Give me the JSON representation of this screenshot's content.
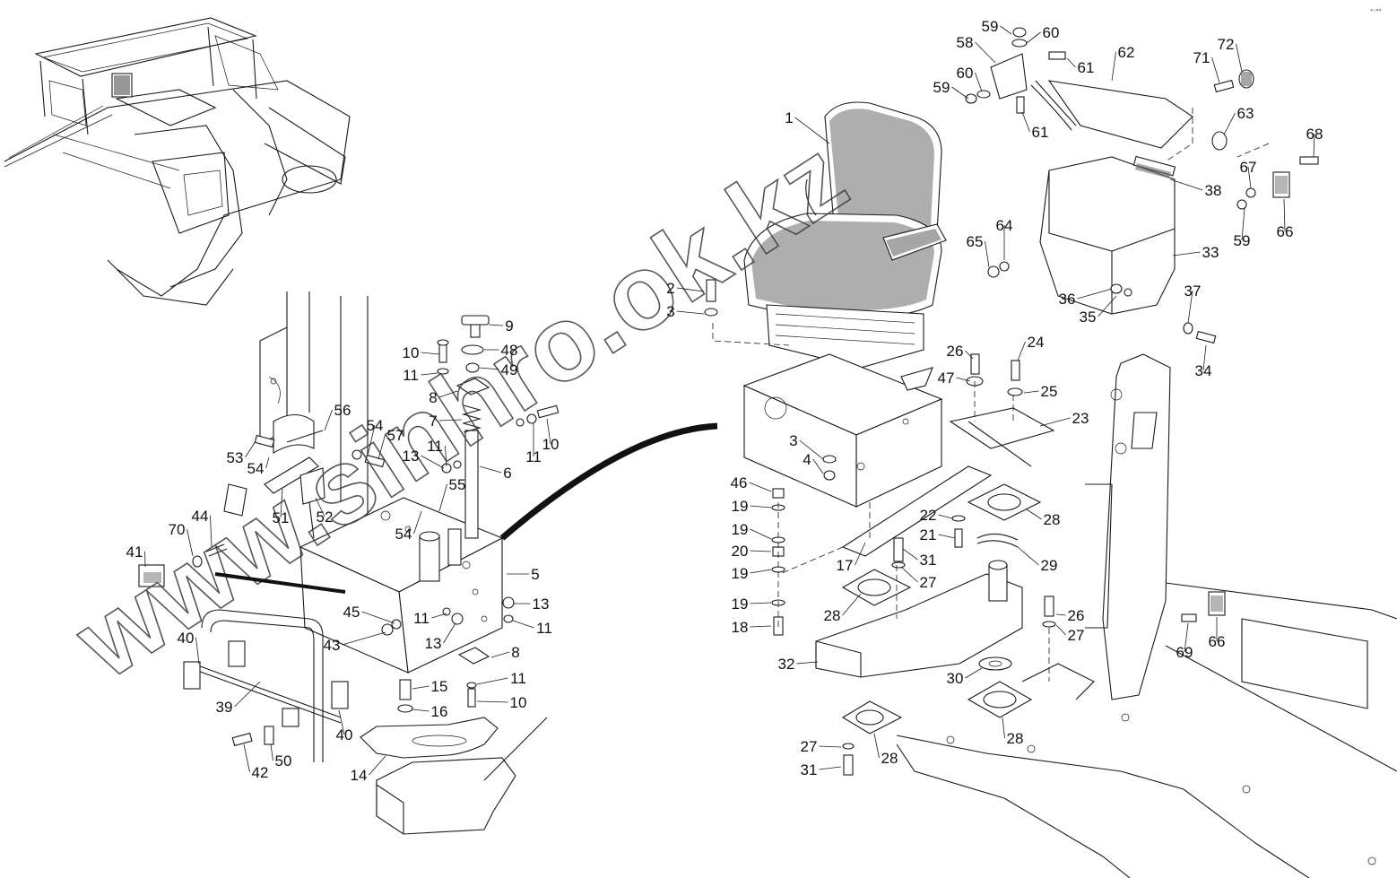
{
  "diagram": {
    "watermark": "www.sinhro.ok.kz",
    "corner_mark": "▪▫▪▪",
    "callouts": [
      {
        "id": "c1",
        "label": "1"
      },
      {
        "id": "c2",
        "label": "2"
      },
      {
        "id": "c3a",
        "label": "3"
      },
      {
        "id": "c3b",
        "label": "3"
      },
      {
        "id": "c4",
        "label": "4"
      },
      {
        "id": "c5",
        "label": "5"
      },
      {
        "id": "c6",
        "label": "6"
      },
      {
        "id": "c7",
        "label": "7"
      },
      {
        "id": "c8a",
        "label": "8"
      },
      {
        "id": "c8b",
        "label": "8"
      },
      {
        "id": "c9",
        "label": "9"
      },
      {
        "id": "c10a",
        "label": "10"
      },
      {
        "id": "c10b",
        "label": "10"
      },
      {
        "id": "c10c",
        "label": "10"
      },
      {
        "id": "c11a",
        "label": "11"
      },
      {
        "id": "c11b",
        "label": "11"
      },
      {
        "id": "c11c",
        "label": "11"
      },
      {
        "id": "c11d",
        "label": "11"
      },
      {
        "id": "c11e",
        "label": "11"
      },
      {
        "id": "c11f",
        "label": "11"
      },
      {
        "id": "c13a",
        "label": "13"
      },
      {
        "id": "c13b",
        "label": "13"
      },
      {
        "id": "c13c",
        "label": "13"
      },
      {
        "id": "c14",
        "label": "14"
      },
      {
        "id": "c15",
        "label": "15"
      },
      {
        "id": "c16",
        "label": "16"
      },
      {
        "id": "c17",
        "label": "17"
      },
      {
        "id": "c18",
        "label": "18"
      },
      {
        "id": "c19a",
        "label": "19"
      },
      {
        "id": "c19b",
        "label": "19"
      },
      {
        "id": "c19c",
        "label": "19"
      },
      {
        "id": "c19d",
        "label": "19"
      },
      {
        "id": "c20",
        "label": "20"
      },
      {
        "id": "c21",
        "label": "21"
      },
      {
        "id": "c22",
        "label": "22"
      },
      {
        "id": "c23",
        "label": "23"
      },
      {
        "id": "c24",
        "label": "24"
      },
      {
        "id": "c25",
        "label": "25"
      },
      {
        "id": "c26a",
        "label": "26"
      },
      {
        "id": "c26b",
        "label": "26"
      },
      {
        "id": "c27a",
        "label": "27"
      },
      {
        "id": "c27b",
        "label": "27"
      },
      {
        "id": "c27c",
        "label": "27"
      },
      {
        "id": "c28a",
        "label": "28"
      },
      {
        "id": "c28b",
        "label": "28"
      },
      {
        "id": "c28c",
        "label": "28"
      },
      {
        "id": "c28d",
        "label": "28"
      },
      {
        "id": "c29",
        "label": "29"
      },
      {
        "id": "c30",
        "label": "30"
      },
      {
        "id": "c31a",
        "label": "31"
      },
      {
        "id": "c31b",
        "label": "31"
      },
      {
        "id": "c32",
        "label": "32"
      },
      {
        "id": "c33",
        "label": "33"
      },
      {
        "id": "c34",
        "label": "34"
      },
      {
        "id": "c35",
        "label": "35"
      },
      {
        "id": "c36",
        "label": "36"
      },
      {
        "id": "c37",
        "label": "37"
      },
      {
        "id": "c38",
        "label": "38"
      },
      {
        "id": "c39",
        "label": "39"
      },
      {
        "id": "c40a",
        "label": "40"
      },
      {
        "id": "c40b",
        "label": "40"
      },
      {
        "id": "c41",
        "label": "41"
      },
      {
        "id": "c42",
        "label": "42"
      },
      {
        "id": "c43",
        "label": "43"
      },
      {
        "id": "c44",
        "label": "44"
      },
      {
        "id": "c45",
        "label": "45"
      },
      {
        "id": "c46",
        "label": "46"
      },
      {
        "id": "c47",
        "label": "47"
      },
      {
        "id": "c48",
        "label": "48"
      },
      {
        "id": "c49",
        "label": "49"
      },
      {
        "id": "c50",
        "label": "50"
      },
      {
        "id": "c51",
        "label": "51"
      },
      {
        "id": "c52",
        "label": "52"
      },
      {
        "id": "c53",
        "label": "53"
      },
      {
        "id": "c54a",
        "label": "54"
      },
      {
        "id": "c54b",
        "label": "54"
      },
      {
        "id": "c54c",
        "label": "54"
      },
      {
        "id": "c55",
        "label": "55"
      },
      {
        "id": "c56",
        "label": "56"
      },
      {
        "id": "c57",
        "label": "57"
      },
      {
        "id": "c58",
        "label": "58"
      },
      {
        "id": "c59a",
        "label": "59"
      },
      {
        "id": "c59b",
        "label": "59"
      },
      {
        "id": "c59c",
        "label": "59"
      },
      {
        "id": "c60a",
        "label": "60"
      },
      {
        "id": "c60b",
        "label": "60"
      },
      {
        "id": "c61a",
        "label": "61"
      },
      {
        "id": "c61b",
        "label": "61"
      },
      {
        "id": "c62",
        "label": "62"
      },
      {
        "id": "c63",
        "label": "63"
      },
      {
        "id": "c64",
        "label": "64"
      },
      {
        "id": "c65",
        "label": "65"
      },
      {
        "id": "c66a",
        "label": "66"
      },
      {
        "id": "c66b",
        "label": "66"
      },
      {
        "id": "c67",
        "label": "67"
      },
      {
        "id": "c68",
        "label": "68"
      },
      {
        "id": "c69",
        "label": "69"
      },
      {
        "id": "c70",
        "label": "70"
      },
      {
        "id": "c71",
        "label": "71"
      },
      {
        "id": "c72",
        "label": "72"
      }
    ]
  }
}
